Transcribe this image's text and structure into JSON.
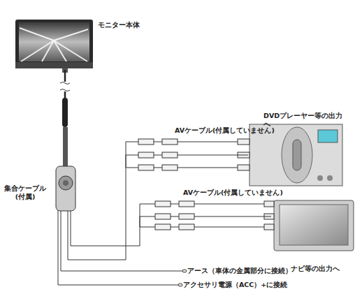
{
  "diagram": {
    "nodes": [
      {
        "text": [
          "モニター本体"
        ]
      },
      {
        "text": [
          "集合ケーブル (付属)"
        ]
      },
      {
        "text": [
          "DVDプレーヤー等の出力へ"
        ]
      },
      {
        "text": [
          "ナビ等の出力へ"
        ]
      }
    ],
    "edges": [
      {
        "from": 0,
        "to": 1,
        "arrow": "none"
      },
      {
        "from": 1,
        "to": 2,
        "arrow": "none",
        "label": "AVケーブル(付属していません)"
      },
      {
        "from": 1,
        "to": 3,
        "arrow": "none",
        "label": "AVケーブル(付属していません)"
      }
    ],
    "labels": [
      "アース（車体の金属部分に接続）",
      "アクセサリ電源（ACC）+に接続"
    ]
  }
}
